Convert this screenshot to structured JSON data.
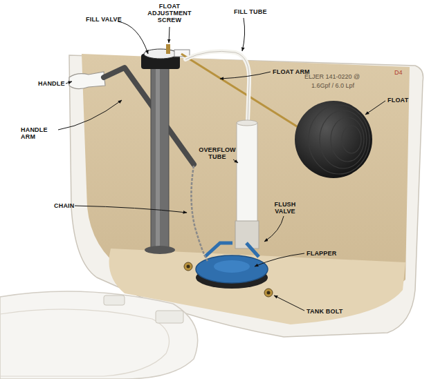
{
  "diagram": {
    "labels": [
      "HANDLE",
      "HANDLE ARM",
      "FILL VALVE",
      "FLOAT ADJUSTMENT SCREW",
      "FILL TUBE",
      "FLOAT ARM",
      "FLOAT",
      "OVERFLOW TUBE",
      "CHAIN",
      "FLUSH VALVE",
      "FLAPPER",
      "TANK BOLT",
      "ELJER 141-0220 @",
      "1.6Gpf / 6.0 Lpf",
      "D4"
    ]
  }
}
